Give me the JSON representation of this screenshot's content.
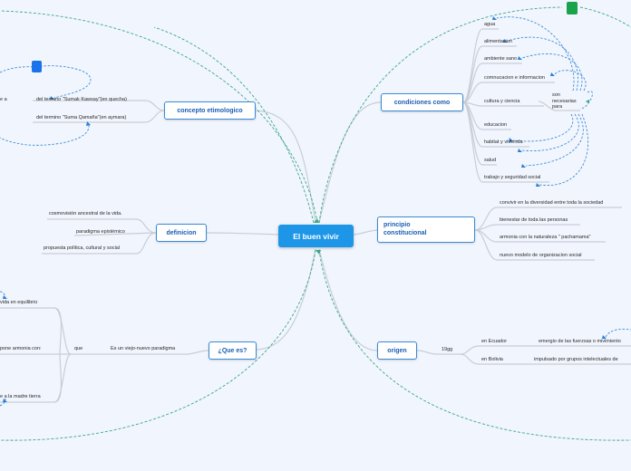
{
  "central": {
    "label": "El buen vivir"
  },
  "topics": {
    "concepto": {
      "label": "concepto etimologico",
      "items": [
        "del termino \"Sumak Kawsay\"(en quecha)",
        "del termino \"Suma Qamaña\"(en aymara)"
      ],
      "cut_label": "e a"
    },
    "definicion": {
      "label": "definicion",
      "items": [
        "cosmovisión ancestral de la vida.",
        "paradigma epistémico",
        "propuesta política, cultural y social"
      ]
    },
    "quees": {
      "label": "¿Que es?",
      "items": [
        "Es un viejo-nuevo paradigma"
      ],
      "sub_label": "que",
      "cut_items": [
        "vida en equilibrio",
        "pone armonia con:",
        "e a la madre tierra"
      ]
    },
    "condiciones": {
      "label": "condiciones como",
      "items": [
        "agua",
        "alimentacion",
        "ambiente sano",
        "comnucacion e informacion",
        "cultura y ciencia",
        "educacion",
        "habitat y vivienda",
        "salud",
        "trabajo y seguridad social"
      ],
      "note": "son necesarias para"
    },
    "principio": {
      "label": "principio constitucional",
      "items": [
        "convivir en la diversidad entre toda la sociedad",
        "bienestar de toda las personas",
        "armonia con la naturaleza \" pachamama\"",
        "nuevo modelo de organizacion social"
      ]
    },
    "origen": {
      "label": "origen",
      "year": "19gg",
      "items": [
        "en Ecuador",
        "en Bolivia"
      ],
      "sub_items": [
        "emergio de las fuerzsas o mivimiento",
        "impulsado por grupos intelectuales de"
      ]
    }
  },
  "colors": {
    "central": "#1e96e8",
    "node_border": "#3a8ad6",
    "connector": "#c9cdd6",
    "relation": "#3aa987",
    "arrow": "#2a7fd4",
    "marker_blue": "#1a73e8",
    "marker_green": "#1aa34a"
  }
}
